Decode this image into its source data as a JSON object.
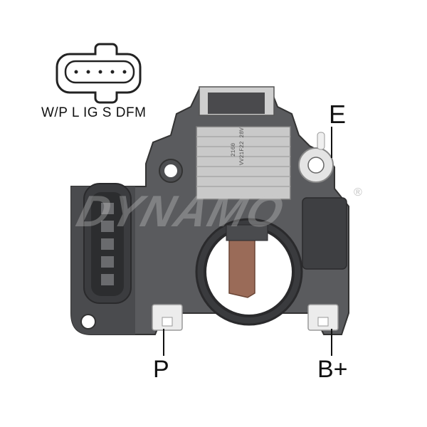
{
  "connector": {
    "pin_labels": "W/P L IG S DFM",
    "pin_count": 5
  },
  "terminals": {
    "e_label": "E",
    "p_label": "P",
    "b_plus_label": "B+"
  },
  "chip": {
    "line1": "2160",
    "line2": "VV21F22 28V"
  },
  "brand": {
    "watermark": "DYNAMO",
    "registered": "®"
  },
  "colors": {
    "housing": "#5a5b5e",
    "housing_dark": "#3d3e41",
    "heatsink": "#c9c9c9",
    "terminal": "#e8e8e8",
    "brush": "#9a6b58"
  }
}
